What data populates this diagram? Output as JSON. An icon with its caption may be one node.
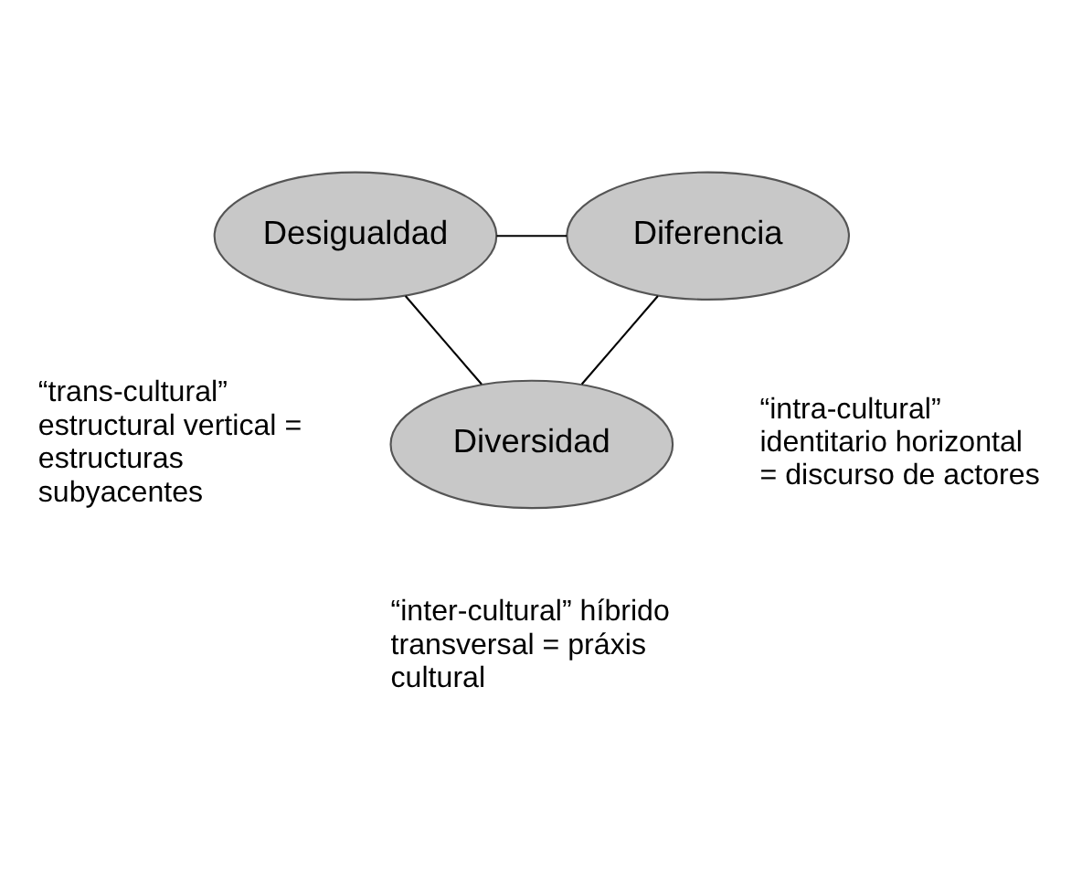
{
  "diagram": {
    "nodes": [
      {
        "text": [
          "Desigualdad"
        ]
      },
      {
        "text": [
          "Diferencia"
        ]
      },
      {
        "text": [
          "Diversidad"
        ]
      }
    ],
    "edges": [
      {
        "from": 0,
        "to": 1,
        "arrow": "none"
      },
      {
        "from": 0,
        "to": 2,
        "arrow": "none"
      },
      {
        "from": 1,
        "to": 2,
        "arrow": "none"
      }
    ],
    "labels": [
      "“trans-cultural” estructural vertical = estructuras subyacentes",
      "“intra-cultural” identitario horizontal = discurso de actores",
      "“inter-cultural” híbrido transversal = práxis cultural"
    ]
  }
}
